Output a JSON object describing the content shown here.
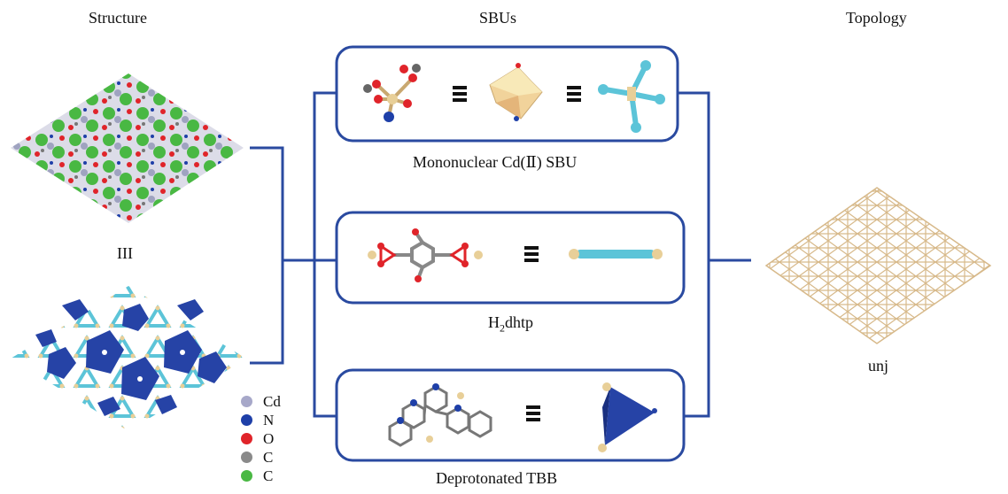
{
  "headers": {
    "structure": "Structure",
    "sbus": "SBUs",
    "topology": "Topology"
  },
  "labels": {
    "roman": "III",
    "mononuclear": "Mononuclear Cd(Ⅱ) SBU",
    "h2dhtp_prefix": "H",
    "h2dhtp_sub": "2",
    "h2dhtp_suffix": "dhtp",
    "tbb": "Deprotonated TBB",
    "unj": "unj",
    "equiv": "≡"
  },
  "legend": [
    {
      "symbol": "Cd",
      "color": "#a7a8c9"
    },
    {
      "symbol": "N",
      "color": "#1e3fa8"
    },
    {
      "symbol": "O",
      "color": "#e0242a"
    },
    {
      "symbol": "C",
      "color": "#8a8a8a"
    },
    {
      "symbol": "C",
      "color": "#49b843"
    }
  ],
  "colors": {
    "frame": "#2a4aa0",
    "tan": "#e8cf98",
    "cyan": "#5cc4d8",
    "blue": "#2643a6"
  }
}
